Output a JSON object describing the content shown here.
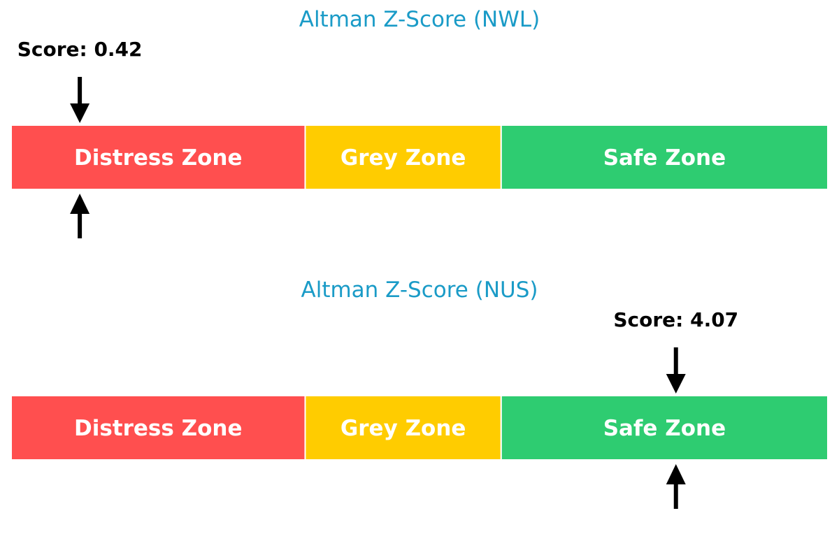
{
  "chart_data": [
    {
      "type": "bar",
      "title": "Altman Z-Score (NWL)",
      "zones": [
        {
          "label": "Distress Zone",
          "from": 0,
          "to": 1.8,
          "color": "#ff4f4f"
        },
        {
          "label": "Grey Zone",
          "from": 1.8,
          "to": 3.0,
          "color": "#ffcc00"
        },
        {
          "label": "Safe Zone",
          "from": 3.0,
          "to": 5.0,
          "color": "#2ecc71"
        }
      ],
      "score": 0.42,
      "score_label": "Score: 0.42",
      "xlim": [
        0,
        5
      ]
    },
    {
      "type": "bar",
      "title": "Altman Z-Score (NUS)",
      "zones": [
        {
          "label": "Distress Zone",
          "from": 0,
          "to": 1.8,
          "color": "#ff4f4f"
        },
        {
          "label": "Grey Zone",
          "from": 1.8,
          "to": 3.0,
          "color": "#ffcc00"
        },
        {
          "label": "Safe Zone",
          "from": 3.0,
          "to": 5.0,
          "color": "#2ecc71"
        }
      ],
      "score": 4.07,
      "score_label": "Score: 4.07",
      "xlim": [
        0,
        5
      ]
    }
  ]
}
